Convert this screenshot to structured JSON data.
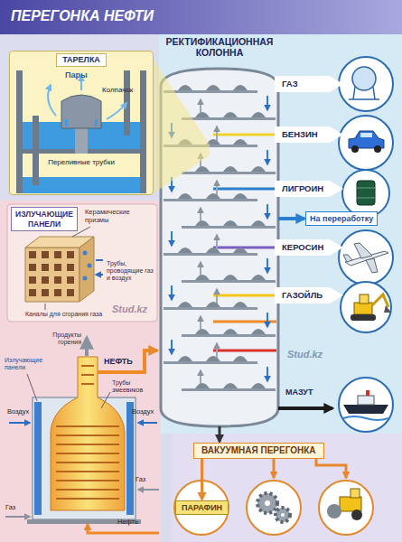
{
  "diagram": {
    "title": "ПЕРЕГОНКА НЕФТИ",
    "nodes": [
      {
        "text": [
          "ТАРЕЛКА"
        ]
      },
      {
        "text": [
          "РЕКТИФИКАЦИОННАЯ КОЛОННА"
        ]
      },
      {
        "text": [
          "ГАЗ"
        ]
      },
      {
        "text": [
          "БЕНЗИН"
        ]
      },
      {
        "text": [
          "ЛИГРОИН"
        ]
      },
      {
        "text": [
          "На переработку"
        ]
      },
      {
        "text": [
          "КЕРОСИН"
        ]
      },
      {
        "text": [
          "ИЗЛУЧАЮЩИЕ ПАНЕЛИ"
        ]
      },
      {
        "text": [
          "ГАЗОЙЛЬ"
        ]
      },
      {
        "text": [
          "ВАКУУМНАЯ ПЕРЕГОНКА"
        ]
      },
      {
        "text": [
          "ПАРАФИН"
        ]
      }
    ],
    "edges": [
      {
        "from": 1,
        "to": 5,
        "arrow": "to"
      },
      {
        "from": 1,
        "to": 9,
        "arrow": "to"
      },
      {
        "from": 9,
        "to": 10,
        "arrow": "to"
      }
    ],
    "labels": [
      "Пары",
      "Колпачок",
      "Переливные трубки",
      "Керамические призмы",
      "Трубы, проводящие газ и воздух",
      "Каналы для сгорания газа",
      "НЕФТЬ",
      "Продукты горения",
      "Излучающие панели",
      "Трубы змеевиков",
      "Воздух",
      "Воздух",
      "Газ",
      "Газ",
      "Нефть",
      "МАЗУТ",
      "Stud.kz",
      "Stud.kz"
    ]
  }
}
